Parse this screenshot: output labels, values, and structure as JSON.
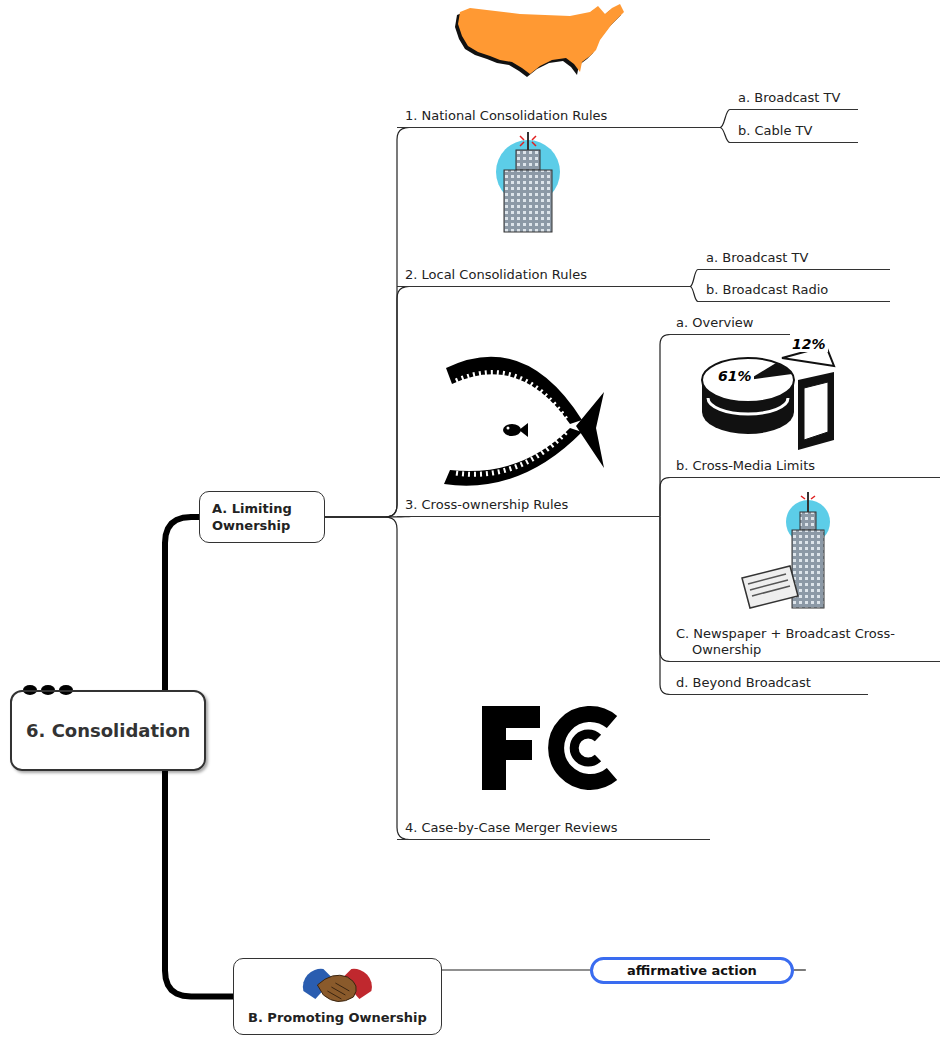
{
  "diagram": {
    "nodes": [
      {
        "text": [
          "6. Consolidation"
        ]
      },
      {
        "text": [
          "A. Limiting Ownership"
        ]
      },
      {
        "text": [
          "1. National Consolidation Rules"
        ]
      },
      {
        "text": [
          "a. Broadcast TV"
        ]
      },
      {
        "text": [
          "b. Cable TV"
        ]
      },
      {
        "text": [
          "2. Local Consolidation Rules"
        ]
      },
      {
        "text": [
          "a. Broadcast TV"
        ]
      },
      {
        "text": [
          "b. Broadcast Radio"
        ]
      },
      {
        "text": [
          "3. Cross-ownership Rules"
        ]
      },
      {
        "text": [
          "a. Overview"
        ]
      },
      {
        "text": [
          "b. Cross-Media Limits"
        ]
      },
      {
        "text": [
          "C. Newspaper + Broadcast Cross-Ownership"
        ]
      },
      {
        "text": [
          "d. Beyond Broadcast"
        ]
      },
      {
        "text": [
          "4. Case-by-Case Merger Reviews"
        ]
      },
      {
        "text": [
          "B. Promoting Ownership"
        ]
      },
      {
        "text": [
          "affirmative action"
        ]
      }
    ],
    "edges": [
      {
        "from": 0,
        "to": 1,
        "arrow": "none"
      },
      {
        "from": 0,
        "to": 14,
        "arrow": "none"
      },
      {
        "from": 1,
        "to": 2,
        "arrow": "none"
      },
      {
        "from": 1,
        "to": 5,
        "arrow": "none"
      },
      {
        "from": 1,
        "to": 8,
        "arrow": "none"
      },
      {
        "from": 1,
        "to": 13,
        "arrow": "none"
      },
      {
        "from": 2,
        "to": 3,
        "arrow": "none"
      },
      {
        "from": 2,
        "to": 4,
        "arrow": "none"
      },
      {
        "from": 5,
        "to": 6,
        "arrow": "none"
      },
      {
        "from": 5,
        "to": 7,
        "arrow": "none"
      },
      {
        "from": 8,
        "to": 9,
        "arrow": "none"
      },
      {
        "from": 8,
        "to": 10,
        "arrow": "none"
      },
      {
        "from": 8,
        "to": 11,
        "arrow": "none"
      },
      {
        "from": 8,
        "to": 12,
        "arrow": "none"
      },
      {
        "from": 14,
        "to": 15,
        "arrow": "none"
      }
    ],
    "labels": [
      "61%",
      "12%"
    ]
  }
}
